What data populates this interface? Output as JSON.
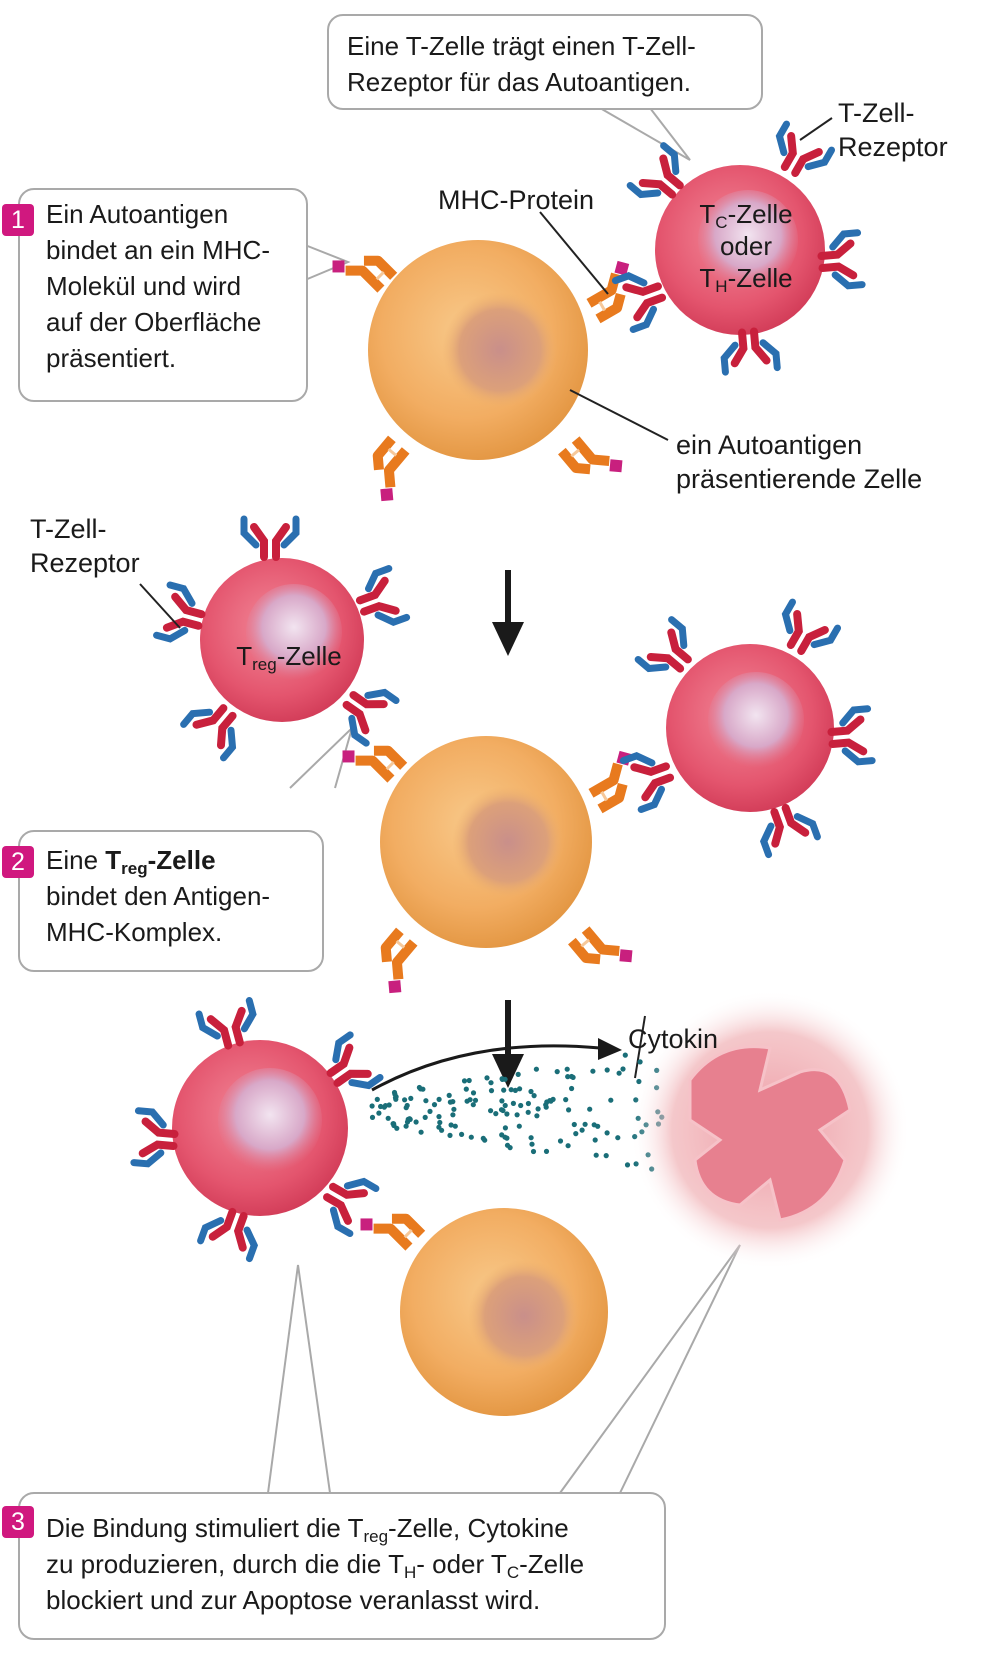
{
  "callouts": {
    "top": {
      "line1": "Eine T-Zelle trägt einen T-Zell-",
      "line2": "Rezeptor für das Autoantigen."
    },
    "step1": {
      "badge": "1",
      "lines": [
        "Ein Autoantigen",
        "bindet an ein MHC-",
        "Molekül und wird",
        "auf der Oberfläche",
        "präsentiert."
      ]
    },
    "step2": {
      "badge": "2",
      "line1_pre": "Eine ",
      "line1_bold": "T",
      "line1_bold_sub": "reg",
      "line1_bold_post": "-Zelle",
      "line2": "bindet den Antigen-",
      "line3": "MHC-Komplex."
    },
    "step3": {
      "badge": "3",
      "line1_pre": "Die Bindung stimuliert die T",
      "line1_sub": "reg",
      "line1_post": "-Zelle, Cytokine",
      "line2_pre": "zu produzieren, durch die die T",
      "line2_sub1": "H",
      "line2_mid": "- oder T",
      "line2_sub2": "C",
      "line2_post": "-Zelle",
      "line3": "blockiert und zur Apoptose veranlasst wird."
    }
  },
  "labels": {
    "tcr_top_line1": "T-Zell-",
    "tcr_top_line2": "Rezeptor",
    "mhc": "MHC-Protein",
    "apc_line1": "ein Autoantigen",
    "apc_line2": "präsentierende Zelle",
    "tcr_left_line1": "T-Zell-",
    "tcr_left_line2": "Rezeptor",
    "cytokin": "Cytokin",
    "tcell_t1": "T",
    "tcell_sub1": "C",
    "tcell_rest1": "-Zelle",
    "tcell_oder": "oder",
    "tcell_t2": "T",
    "tcell_sub2": "H",
    "tcell_rest2": "-Zelle",
    "treg_t": "T",
    "treg_sub": "reg",
    "treg_rest": "-Zelle"
  },
  "colors": {
    "orange_cell": "#f0a85a",
    "red_cell": "#e0506a",
    "receptor_red": "#c8203c",
    "receptor_blue": "#2a6fb0",
    "mhc_orange": "#e87a1e",
    "antigen_magenta": "#c8207e",
    "cytokine_teal": "#1a6e78",
    "badge": "#d0187f"
  }
}
